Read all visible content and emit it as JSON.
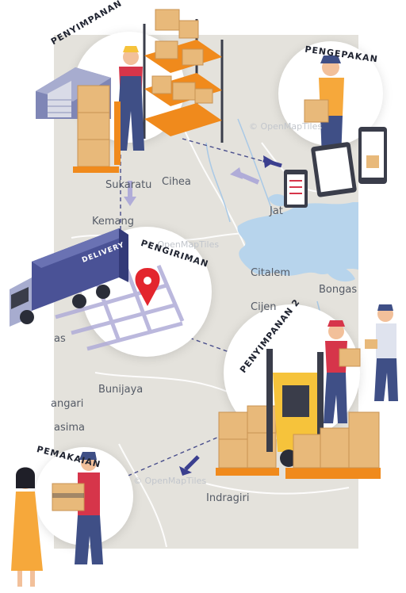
{
  "stages": {
    "storage": "PENYIMPANAN",
    "packing": "PENGEPAKAN",
    "shipping": "PENGIRIMAN",
    "storage2": "PENYIMPANAN 2",
    "usage": "PEMAKAIAN"
  },
  "truck_label": "DELIVERY",
  "map": {
    "attribution": "© OpenMapTiles",
    "places": {
      "sukaratu": "Sukaratu",
      "cihea": "Cihea",
      "kemang": "Kemang",
      "citalem": "Citalem",
      "bongas": "Bongas",
      "cijen": "Cijen",
      "bunijaya": "Bunijaya",
      "angari": "angari",
      "asima": "asima",
      "indragiri": "Indragiri",
      "jat": "Jat",
      "as": "as"
    }
  },
  "colors": {
    "map_bg": "#e4e2dc",
    "water": "#b7d4ec",
    "route": "#4a4f8c",
    "arrow_dark": "#3b3f8f",
    "arrow_light": "#b0acd8",
    "pin": "#e3262e",
    "box": "#e8b97a",
    "shelf": "#f08a1c",
    "worker_blue": "#3f4f86",
    "worker_red": "#d6354a",
    "worker_yellow": "#f6c33b"
  }
}
